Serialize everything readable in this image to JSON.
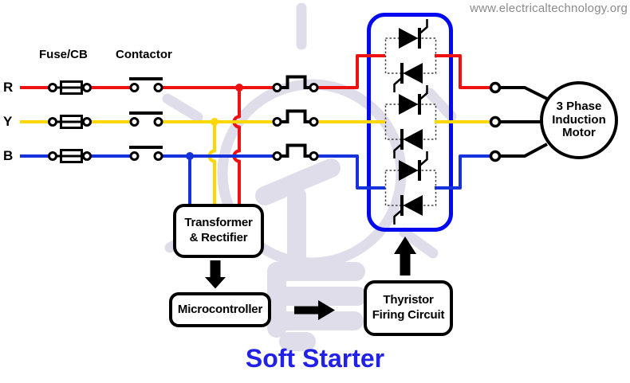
{
  "watermark_text": "www.electricaltechnology.org",
  "title": "Soft Starter",
  "phase_labels": {
    "r": "R",
    "y": "Y",
    "b": "B"
  },
  "component_labels": {
    "fuse": "Fuse/CB",
    "contactor": "Contactor"
  },
  "blocks": {
    "transformer_rectifier": {
      "line1": "Transformer",
      "line2": "& Rectifier"
    },
    "microcontroller": {
      "label": "Microcontroller"
    },
    "thyristor_firing": {
      "line1": "Thyristor",
      "line2": "Firing Circuit"
    },
    "motor": {
      "line1": "3 Phase",
      "line2": "Induction",
      "line3": "Motor"
    }
  },
  "colors": {
    "phase_r": "#ee1111",
    "phase_y": "#ffd700",
    "phase_b": "#1632dd",
    "thyristor_block_border": "#0009f0",
    "title_text": "#2121e8",
    "watermark_graphic": "#dedde9",
    "watermark_text": "#8b8b8b",
    "symbol_black": "#000000"
  }
}
